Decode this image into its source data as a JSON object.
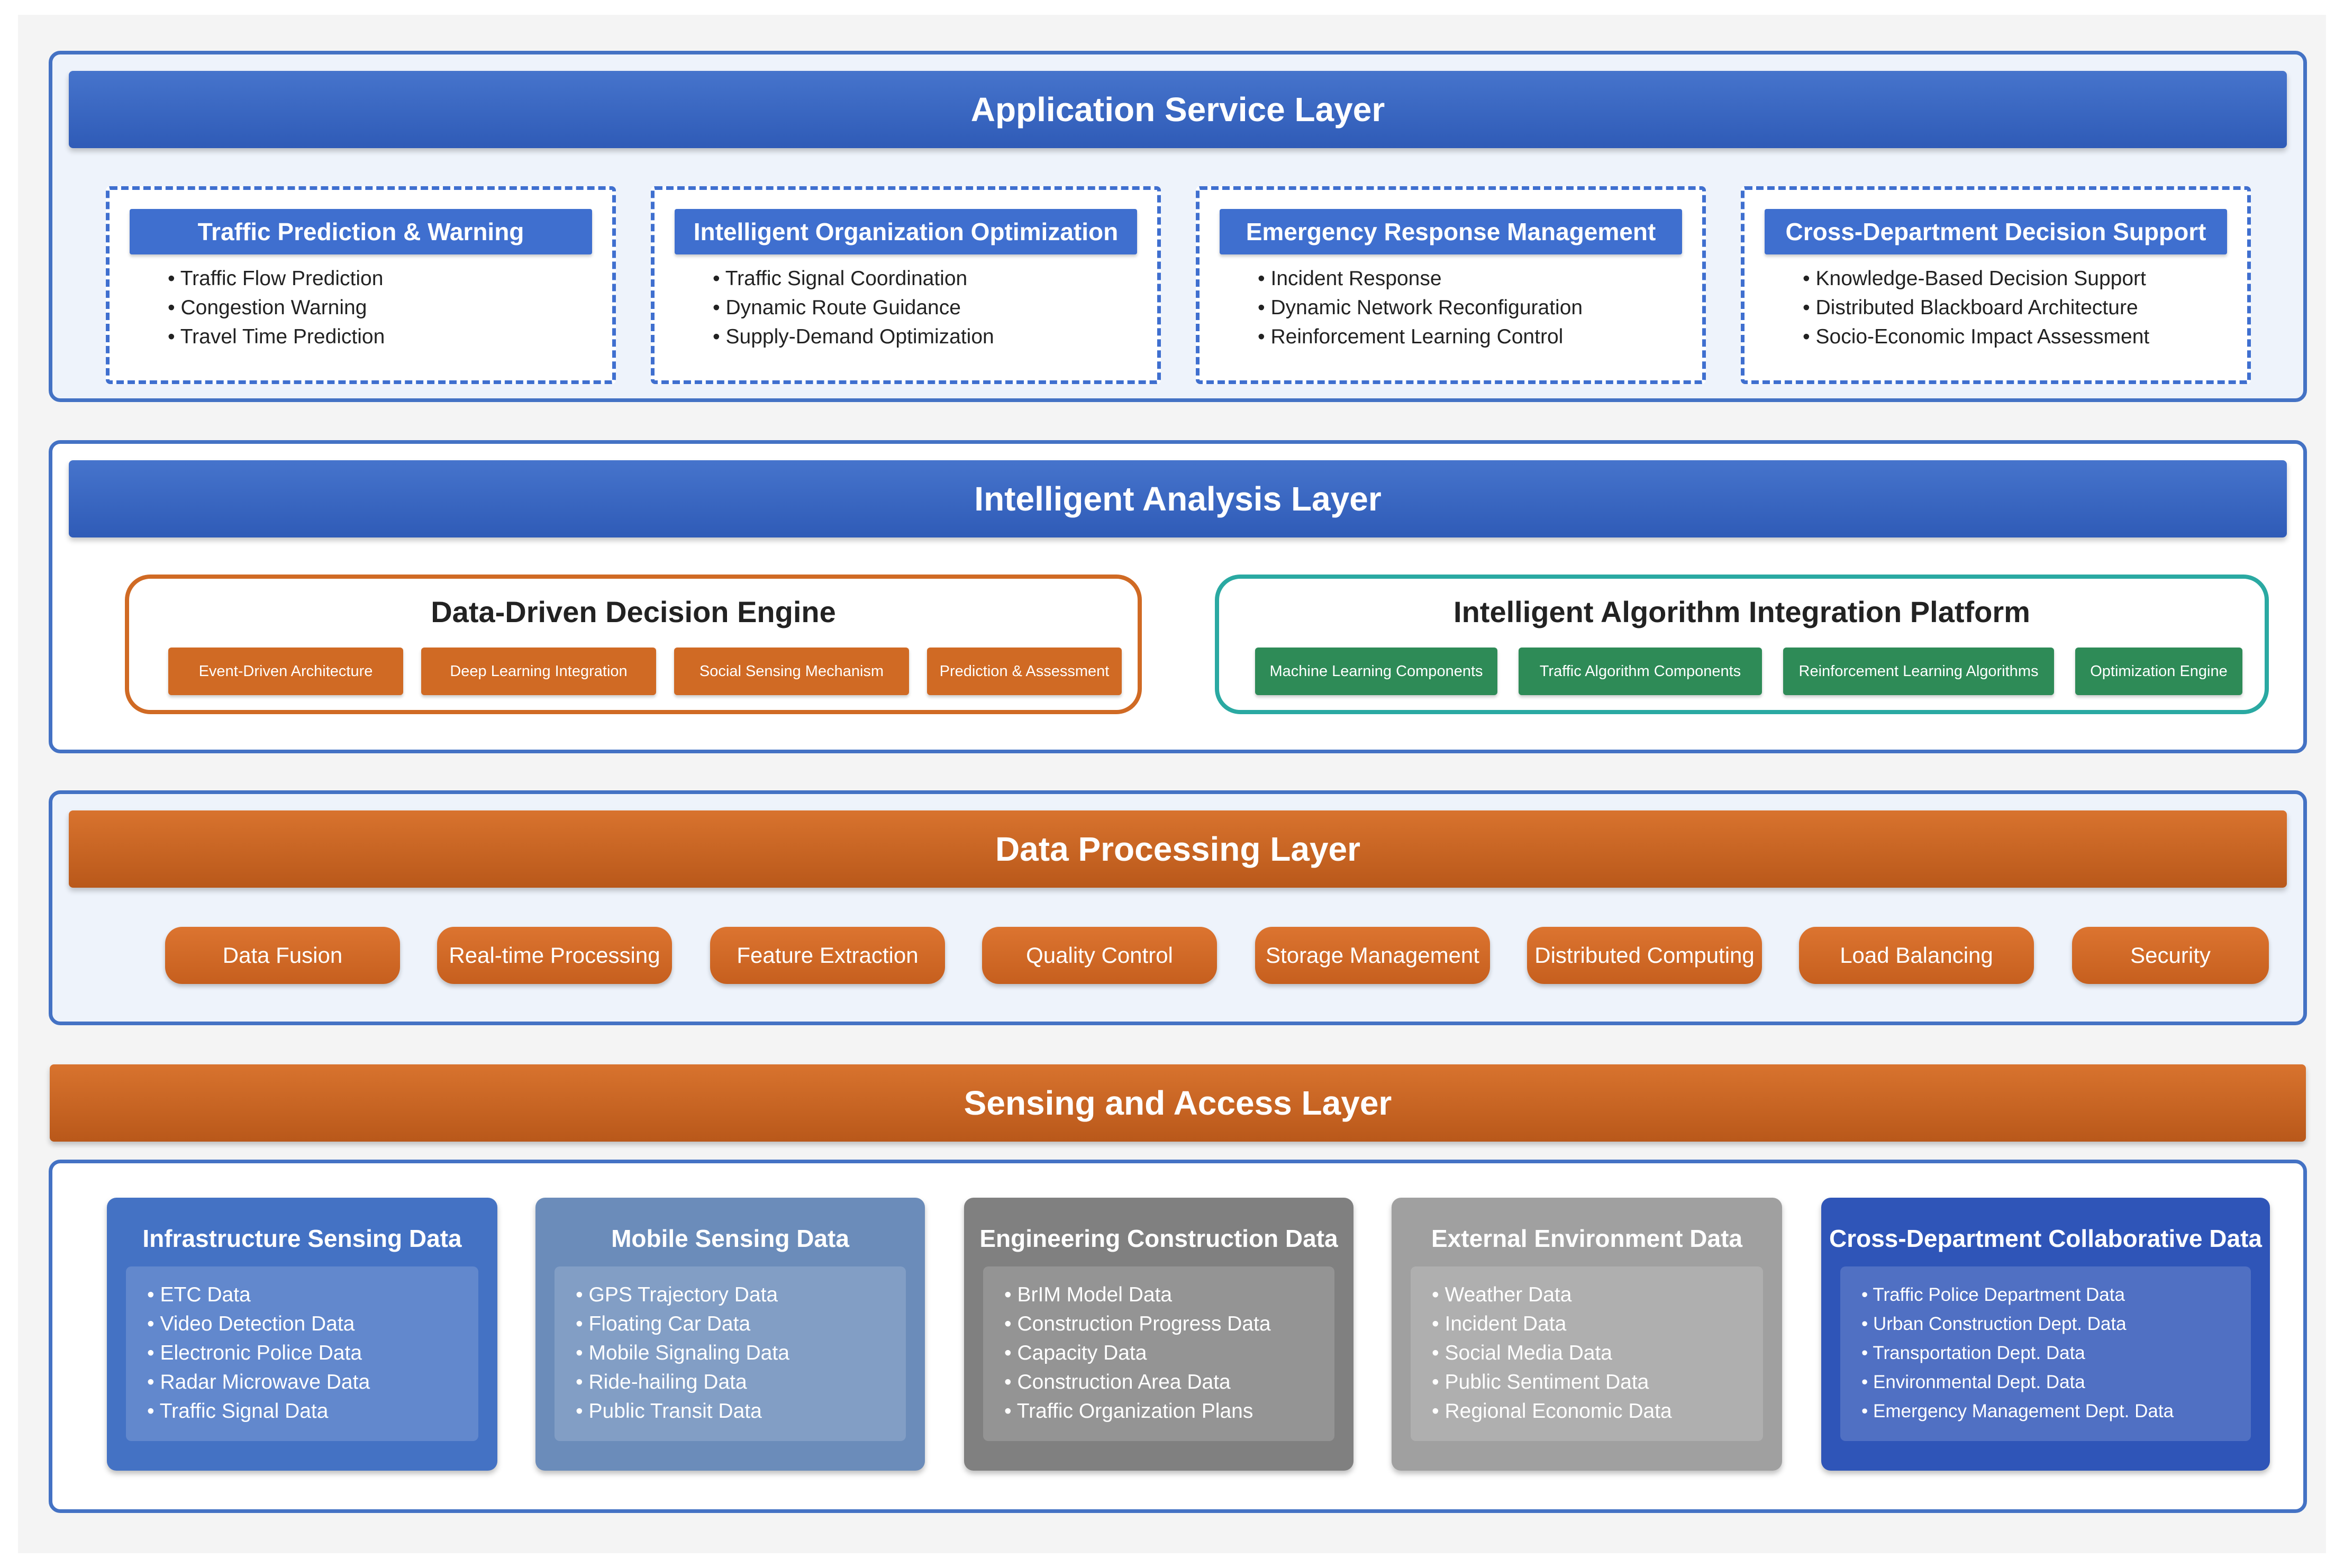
{
  "application_layer": {
    "title": "Application Service Layer",
    "cards": [
      {
        "title": "Traffic Prediction & Warning",
        "items": [
          "Traffic Flow Prediction",
          "Congestion Warning",
          "Travel Time Prediction"
        ]
      },
      {
        "title": "Intelligent Organization Optimization",
        "items": [
          "Traffic Signal Coordination",
          "Dynamic Route Guidance",
          "Supply-Demand Optimization"
        ]
      },
      {
        "title": "Emergency Response Management",
        "items": [
          "Incident Response",
          "Dynamic Network Reconfiguration",
          "Reinforcement Learning Control"
        ]
      },
      {
        "title": "Cross-Department Decision Support",
        "items": [
          "Knowledge-Based Decision Support",
          "Distributed Blackboard Architecture",
          "Socio-Economic Impact Assessment"
        ]
      }
    ]
  },
  "analysis_layer": {
    "title": "Intelligent Analysis Layer",
    "engines": [
      {
        "title": "Data-Driven Decision Engine",
        "items": [
          "Event-Driven Architecture",
          "Deep Learning Integration",
          "Social Sensing Mechanism",
          "Prediction & Assessment"
        ]
      },
      {
        "title": "Intelligent Algorithm Integration Platform",
        "items": [
          "Machine Learning Components",
          "Traffic Algorithm Components",
          "Reinforcement Learning Algorithms",
          "Optimization Engine"
        ]
      }
    ]
  },
  "processing_layer": {
    "title": "Data Processing Layer",
    "items": [
      "Data Fusion",
      "Real-time Processing",
      "Feature Extraction",
      "Quality Control",
      "Storage Management",
      "Distributed Computing",
      "Load Balancing",
      "Security"
    ]
  },
  "sensing_layer": {
    "title": "Sensing and Access Layer",
    "cards": [
      {
        "title": "Infrastructure Sensing Data",
        "color": "#4472c4",
        "items": [
          "ETC Data",
          "Video Detection Data",
          "Electronic Police Data",
          "Radar Microwave Data",
          "Traffic Signal Data"
        ]
      },
      {
        "title": "Mobile Sensing Data",
        "color": "#6b8cba",
        "items": [
          "GPS Trajectory Data",
          "Floating Car Data",
          "Mobile Signaling Data",
          "Ride-hailing Data",
          "Public Transit Data"
        ]
      },
      {
        "title": "Engineering Construction Data",
        "color": "#808080",
        "items": [
          "BrIM Model Data",
          "Construction Progress Data",
          "Capacity Data",
          "Construction Area Data",
          "Traffic Organization Plans"
        ]
      },
      {
        "title": "External Environment Data",
        "color": "#a0a0a0",
        "items": [
          "Weather Data",
          "Incident Data",
          "Social Media Data",
          "Public Sentiment Data",
          "Regional Economic Data"
        ]
      },
      {
        "title": "Cross-Department Collaborative Data",
        "color": "#2f55b8",
        "items": [
          "Traffic Police Department Data",
          "Urban Construction Dept. Data",
          "Transportation Dept. Data",
          "Environmental Dept. Data",
          "Emergency Management Dept. Data"
        ]
      }
    ]
  },
  "colors": {
    "blue": "#4472c4",
    "orange": "#d06a24",
    "teal": "#2aa9a2",
    "green": "#2e8b57"
  }
}
